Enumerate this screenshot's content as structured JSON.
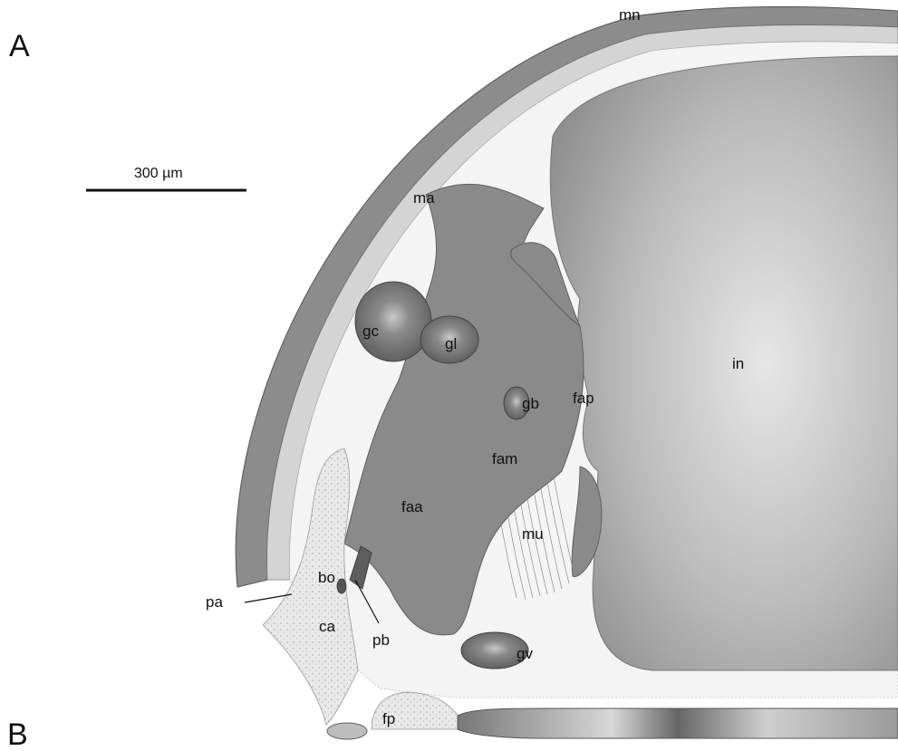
{
  "panels": {
    "a": "A",
    "b": "B"
  },
  "scale_bar": {
    "label": "300 µm"
  },
  "labels": {
    "mn": "mn",
    "ma": "ma",
    "gc": "gc",
    "gl": "gl",
    "gb": "gb",
    "fap": "fap",
    "in": "in",
    "fam": "fam",
    "faa": "faa",
    "mu": "mu",
    "bo": "bo",
    "pa": "pa",
    "ca": "ca",
    "pb": "pb",
    "gv": "gv",
    "fp": "fp"
  },
  "colors": {
    "shell_outer": "#8c8c8c",
    "shell_inner": "#cfcfcf",
    "cavity": "#f3f3f3",
    "tissue": "#8a8a8a",
    "intestine_center": "#e2e2e2",
    "intestine_edge": "#9a9a9a",
    "ganglion": "#6e6e6e"
  }
}
